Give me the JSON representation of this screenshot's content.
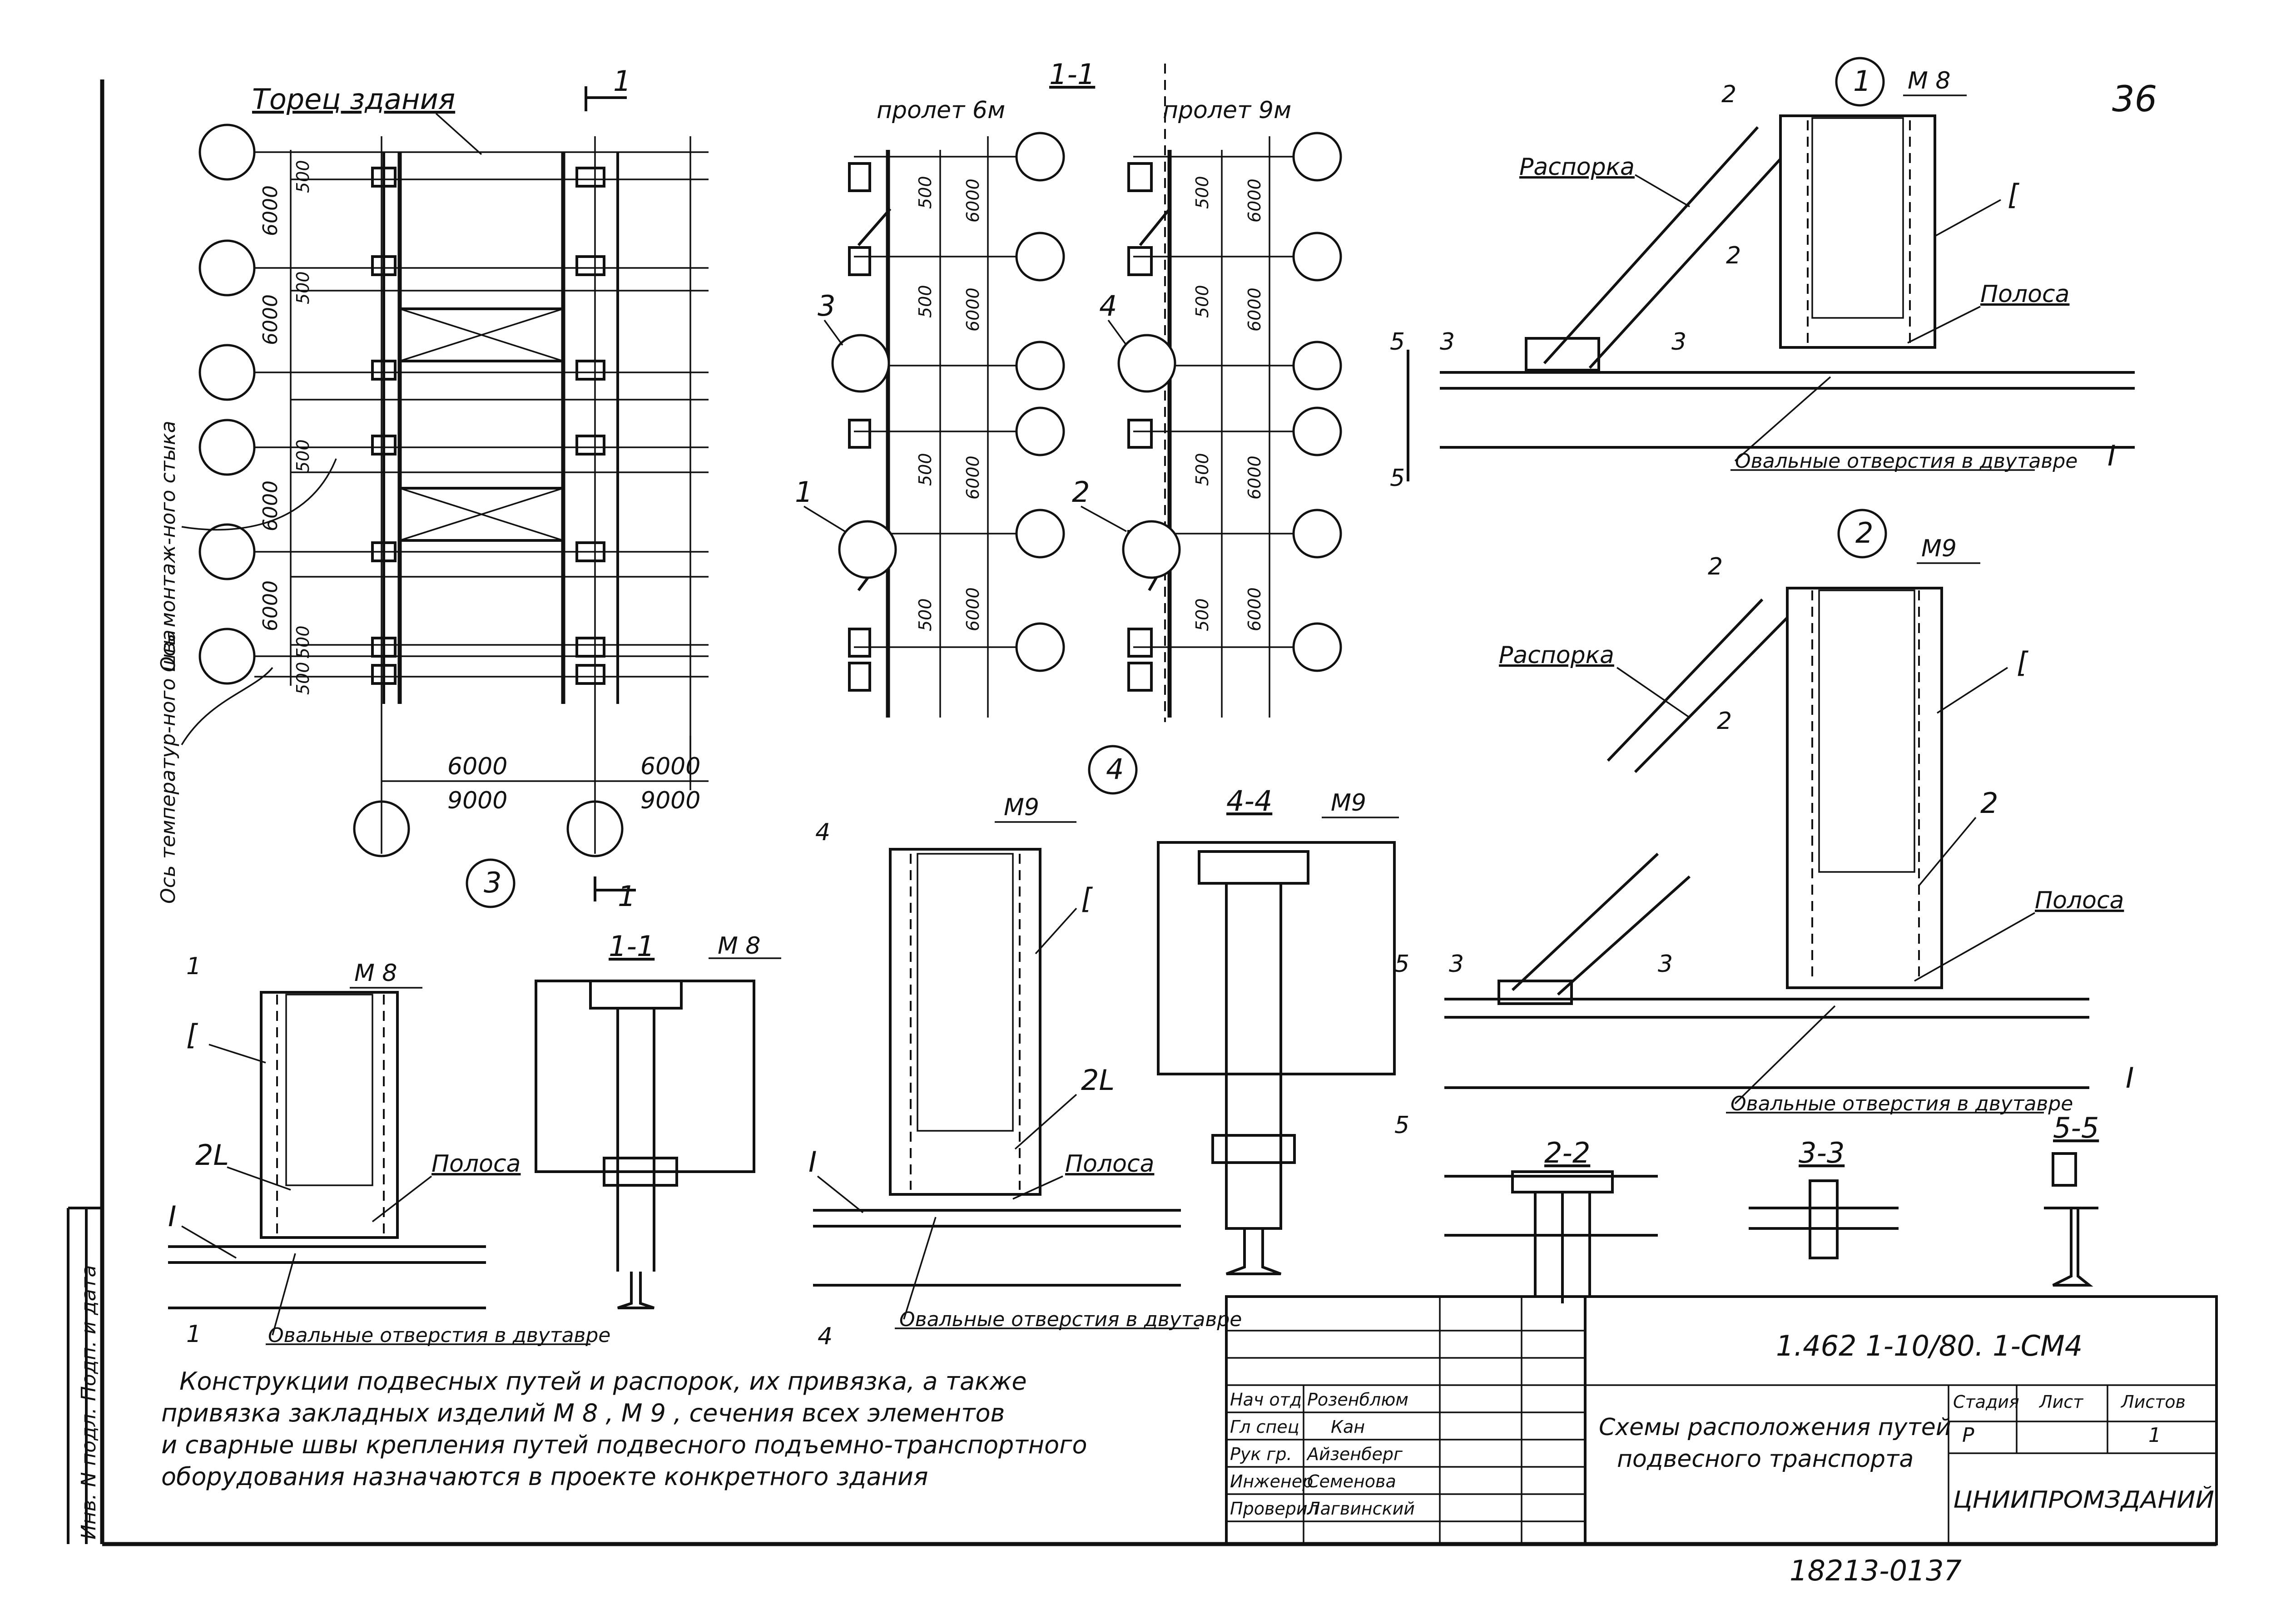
{
  "sheet_number": "36",
  "top_section_label": "1-1",
  "span_left": "пролет 6м",
  "span_right": "пролет 9м",
  "plan": {
    "building_end": "Торец здания",
    "section_mark": "1",
    "dim_6000": "6000",
    "dim_500": "500",
    "dim_9000": "9000",
    "temp_joint_axis": "Ось температур-ного шва",
    "mount_joint_axis": "Ось монтаж-ного стыка"
  },
  "callouts": [
    "1",
    "2",
    "3",
    "4"
  ],
  "node1": {
    "number": "1",
    "embed": "М 8",
    "brace": "Распорка",
    "channel": "[",
    "strip": "Полоса",
    "beam": "I",
    "oval_holes": "Овальные отверстия в двутавре",
    "sec2": "2",
    "sec3": "3",
    "sec5": "5"
  },
  "node2": {
    "number": "2",
    "embed": "М9",
    "brace": "Распорка",
    "channel": "[",
    "angle": "2",
    "strip": "Полоса",
    "beam": "I",
    "oval_holes": "Овальные отверстия в двутавре",
    "sec2": "2",
    "sec3": "3",
    "sec5": "5"
  },
  "node3": {
    "number": "3",
    "embed": "М 8",
    "channel": "[",
    "angle": "2L",
    "strip": "Полоса",
    "beam": "I",
    "oval_holes": "Овальные отверстия в двутавре",
    "sec1": "1"
  },
  "section11": {
    "title": "1-1",
    "embed": "М 8"
  },
  "node4": {
    "number": "4",
    "embed": "М9",
    "channel": "[",
    "angle": "2L",
    "strip": "Полоса",
    "beam": "I",
    "oval_holes": "Овальные отверстия в двутавре",
    "sec4": "4"
  },
  "section44": {
    "title": "4-4",
    "embed": "М9"
  },
  "section22": {
    "title": "2-2"
  },
  "section33": {
    "title": "3-3"
  },
  "section55": {
    "title": "5-5"
  },
  "note_lines": [
    "Конструкции подвесных путей и распорок, их привязка, а также",
    "привязка закладных изделий М 8  , М 9   , сечения всех элементов",
    "и сварные швы крепления путей подвесного подъемно-транспортного",
    "оборудования назначаются в проекте конкретного здания"
  ],
  "title_block": {
    "document_code": "1.462 1-10/80. 1-СМ4",
    "roles": [
      "Нач отд",
      "Гл спец",
      "Рук гр.",
      "Инженер",
      "Проверил"
    ],
    "names": [
      "Розенблюм",
      "Кан",
      "Айзенберг",
      "Семенова",
      "Лагвинский"
    ],
    "title_line1": "Схемы расположения путей",
    "title_line2": "подвесного транспорта",
    "stage_label": "Стадия",
    "sheet_label": "Лист",
    "sheets_label": "Листов",
    "stage_value": "Р",
    "sheet_value": "1",
    "organization": "ЦНИИПРОМЗДАНИЙ"
  },
  "sidebar_text": "Инв. N подл.   Подп. и дата",
  "bottom_code": "18213-01",
  "bottom_page": "37"
}
